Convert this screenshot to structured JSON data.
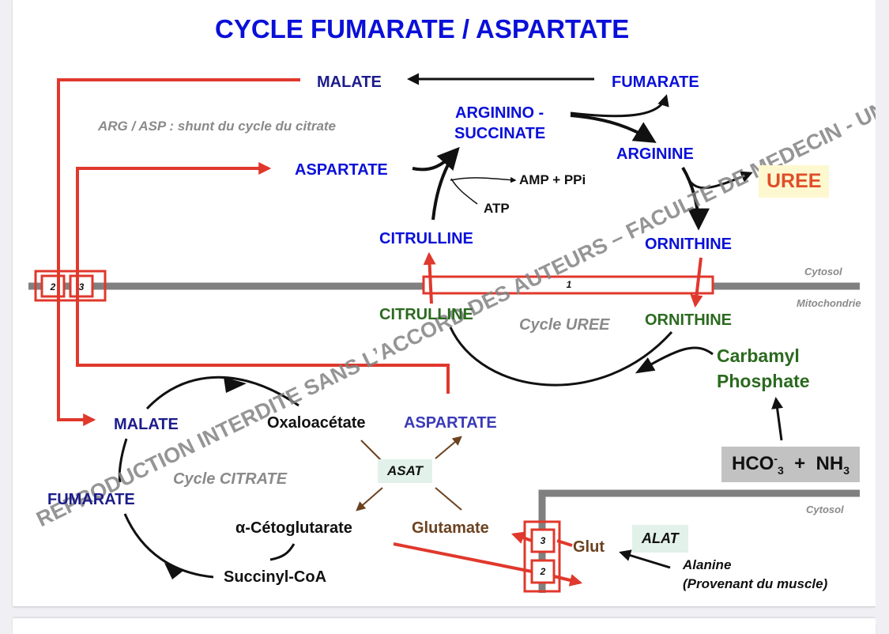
{
  "title": "CYCLE FUMARATE / ASPARTATE",
  "subtitle_note": "ARG / ASP : shunt du cycle du citrate",
  "watermark": "REPRODUCTION INTERDITE SANS L’ACCORD DES AUTEURS – FACULTE DE MEDECIN - UNS",
  "compartments": {
    "cytosol": "Cytosol",
    "mitochondrie": "Mitochondrie",
    "cytosol_lower": "Cytosol"
  },
  "urea_cycle": {
    "label": "Cycle UREE",
    "cytosol_metabolites": {
      "malate": "MALATE",
      "fumarate": "FUMARATE",
      "argininosuccinate_line1": "ARGININO -",
      "argininosuccinate_line2": "SUCCINATE",
      "arginine": "ARGININE",
      "aspartate": "ASPARTATE",
      "amp_ppi": "AMP + PPi",
      "atp": "ATP",
      "citrulline": "CITRULLINE",
      "ornithine": "ORNITHINE",
      "uree": "UREE"
    },
    "mito_metabolites": {
      "citrulline": "CITRULLINE",
      "ornithine": "ORNITHINE",
      "carbamyl_line1": "Carbamyl",
      "carbamyl_line2": "Phosphate",
      "hco3": "HCO",
      "hco3_sup": "-",
      "hco3_sub": "3",
      "plus": "+",
      "nh3": "NH",
      "nh3_sub": "3"
    }
  },
  "citrate_cycle": {
    "label": "Cycle CITRATE",
    "malate": "MALATE",
    "oxaloacetate": "Oxaloacétate",
    "aspartate": "ASPARTATE",
    "fumarate": "FUMARATE",
    "alpha_ketoglutarate": "α-Cétoglutarate",
    "glutamate": "Glutamate",
    "succinyl_coa": "Succinyl-CoA"
  },
  "enzymes": {
    "asat": "ASAT",
    "alat": "ALAT"
  },
  "alanine": {
    "line1": "Alanine",
    "line2": "(Provenant du muscle)",
    "glut": "Glut"
  },
  "transporters": [
    "1",
    "2",
    "3",
    "3",
    "2"
  ],
  "colors": {
    "title_blue": "#0a10d8",
    "transport_red": "#e0382c",
    "membrane_grey": "#808080",
    "mito_green": "#2b6a1f",
    "glutamate_brown": "#6b4220",
    "uree_red": "#e04e2a"
  }
}
